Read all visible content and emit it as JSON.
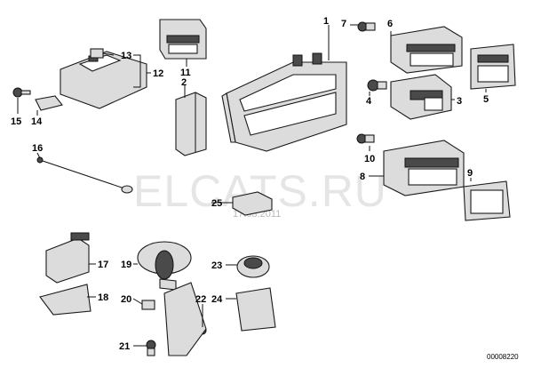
{
  "watermark": "ELCATS.RU",
  "watermark_date": "17.03.2011",
  "diagram_number": "00008220",
  "callouts": {
    "c1": "1",
    "c2": "2",
    "c3": "3",
    "c4": "4",
    "c5": "5",
    "c6": "6",
    "c7": "7",
    "c8": "8",
    "c9": "9",
    "c10": "10",
    "c11": "11",
    "c12": "12",
    "c13": "13",
    "c14": "14",
    "c15": "15",
    "c16": "16",
    "c17": "17",
    "c18": "18",
    "c19": "19",
    "c20": "20",
    "c21": "21",
    "c22": "22",
    "c23": "23",
    "c24": "24",
    "c25": "25"
  }
}
